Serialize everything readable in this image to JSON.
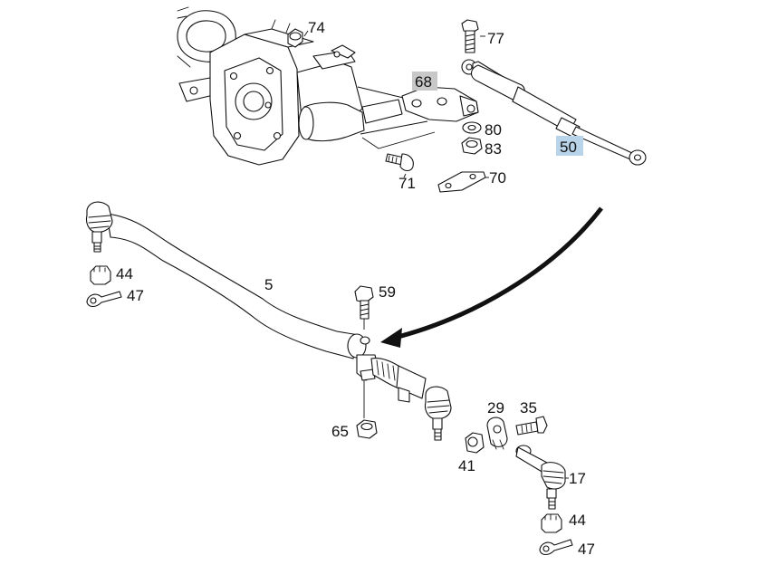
{
  "callouts": {
    "c74": "74",
    "c77": "77",
    "c68": "68",
    "c80": "80",
    "c83": "83",
    "c50": "50",
    "c71": "71",
    "c70": "70",
    "c5": "5",
    "c44a": "44",
    "c47a": "47",
    "c59": "59",
    "c65": "65",
    "c29": "29",
    "c35": "35",
    "c41": "41",
    "c17": "17",
    "c44b": "44",
    "c47b": "47"
  },
  "colors": {
    "line": "#111111",
    "highlight_grey": "#c8c8c8",
    "highlight_blue": "#b9d3e8",
    "arrow": "#111111"
  },
  "highlighted": [
    "68",
    "50"
  ]
}
